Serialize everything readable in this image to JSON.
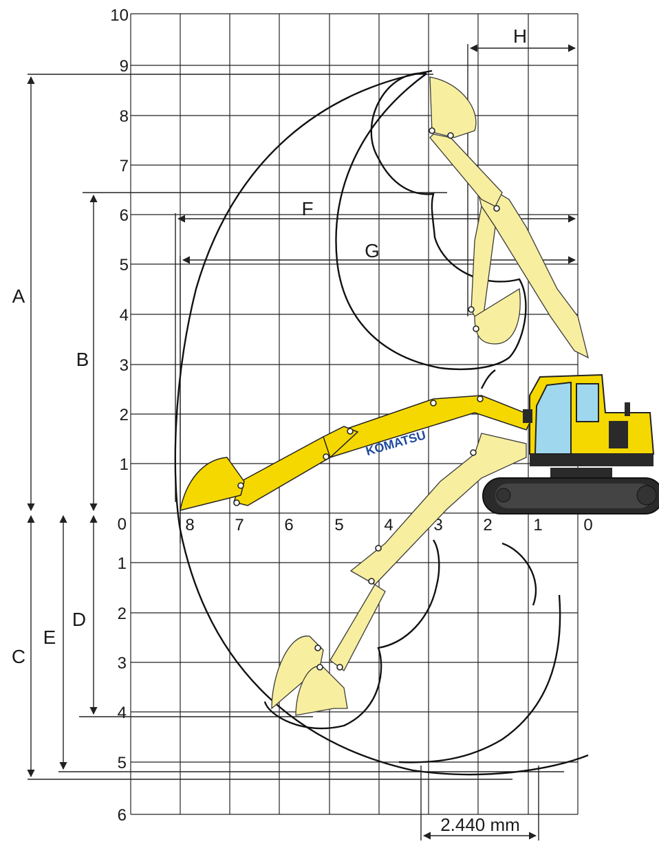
{
  "y_ticks_up": [
    "10",
    "9",
    "8",
    "7",
    "6",
    "5",
    "4",
    "3",
    "2",
    "1"
  ],
  "y_tick_zero": "0",
  "y_ticks_down": [
    "1",
    "2",
    "3",
    "4",
    "5",
    "6"
  ],
  "x_ticks": [
    "8",
    "7",
    "6",
    "5",
    "4",
    "3",
    "2",
    "1",
    "0"
  ],
  "dims": {
    "A": "A",
    "B": "B",
    "C": "C",
    "D": "D",
    "E": "E",
    "F": "F",
    "G": "G",
    "H": "H"
  },
  "track_width": "2.440 mm",
  "brand": "KOMATSU",
  "colors": {
    "machine_yellow": "#f5d800",
    "ghost_yellow": "#f7ee9f",
    "glass": "#9fd8ee",
    "dark": "#2a2a2a"
  }
}
